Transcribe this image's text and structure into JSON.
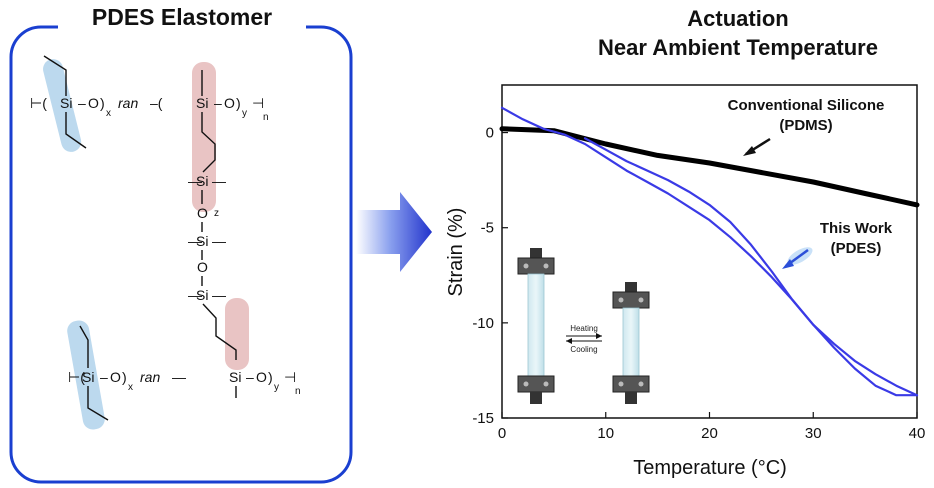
{
  "left_panel": {
    "title": "PDES Elastomer",
    "si": "Si",
    "o": "O",
    "ran": "ran",
    "x": "x",
    "y": "y",
    "n": "n",
    "z": "z"
  },
  "right_panel": {
    "title_line1": "Actuation",
    "title_line2": "Near Ambient Temperature",
    "annotation_conventional_line1": "Conventional Silicone",
    "annotation_conventional_line2": "(PDMS)",
    "annotation_this_work_line1": "This Work",
    "annotation_this_work_line2": "(PDES)",
    "inset_heating": "Heating",
    "inset_cooling": "Cooling"
  },
  "colors": {
    "frame_blue": "#1a3fd0",
    "pdes_line": "#3a3ae6",
    "pdms_line": "#000000",
    "blue_highlight": "#bcd9ee",
    "red_highlight": "#e9c4c4",
    "arrow_blue": "#2c4fd8"
  },
  "chart_data": {
    "type": "line",
    "title": "",
    "xlabel": "Temperature (°C)",
    "ylabel": "Strain (%)",
    "xlim": [
      0,
      40
    ],
    "ylim": [
      -15,
      2.5
    ],
    "xticks": [
      0,
      10,
      20,
      30,
      40
    ],
    "yticks": [
      0,
      -5,
      -10,
      -15
    ],
    "series": [
      {
        "name": "Conventional Silicone (PDMS)",
        "color": "#000000",
        "x": [
          0,
          5,
          10,
          15,
          20,
          25,
          30,
          35,
          40
        ],
        "y": [
          0.2,
          0.1,
          -0.6,
          -1.2,
          -1.6,
          -2.1,
          -2.6,
          -3.2,
          -3.8
        ]
      },
      {
        "name": "This Work (PDES) heating",
        "color": "#3a3ae6",
        "x": [
          0,
          2,
          4,
          6,
          8,
          10,
          12,
          14,
          16,
          18,
          20,
          22,
          24,
          26,
          28,
          30,
          32,
          34,
          36,
          38,
          40
        ],
        "y": [
          1.3,
          0.7,
          0.2,
          -0.1,
          -0.6,
          -1.3,
          -2.0,
          -2.6,
          -3.2,
          -3.9,
          -4.6,
          -5.5,
          -6.5,
          -7.6,
          -8.8,
          -10.1,
          -11.3,
          -12.4,
          -13.3,
          -13.8,
          -13.8
        ]
      },
      {
        "name": "This Work (PDES) cooling",
        "color": "#3a3ae6",
        "x": [
          40,
          38,
          36,
          34,
          32,
          30,
          28,
          26,
          24,
          22,
          20,
          18,
          16,
          14,
          12,
          10,
          9,
          8
        ],
        "y": [
          -13.8,
          -13.3,
          -12.7,
          -12.0,
          -11.1,
          -10.1,
          -8.8,
          -7.3,
          -5.9,
          -4.7,
          -3.8,
          -3.1,
          -2.5,
          -2.0,
          -1.5,
          -0.9,
          -0.6,
          -0.3
        ]
      }
    ]
  }
}
